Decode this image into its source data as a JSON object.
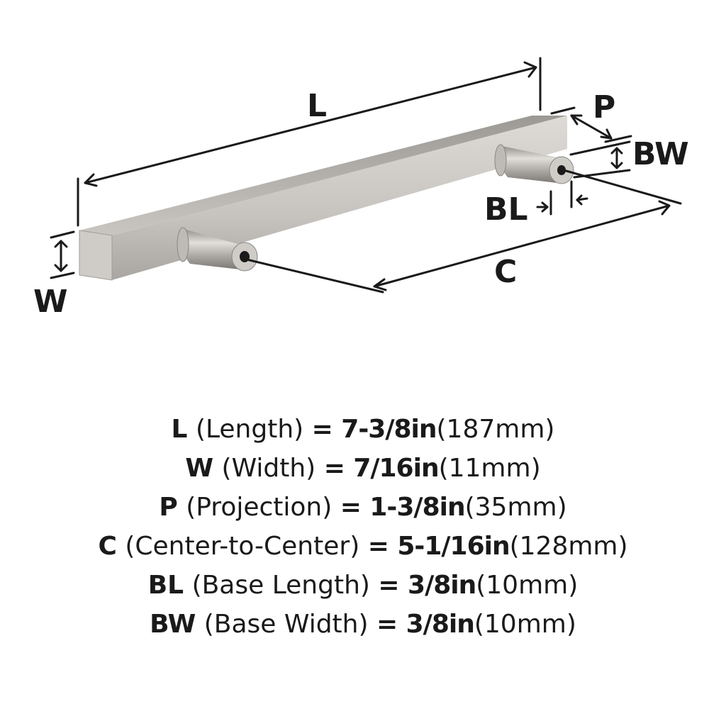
{
  "diagram": {
    "subject": "bar-pull-cabinet-handle",
    "finish_color": "#b9b6b2",
    "labels": {
      "L": "L",
      "W": "W",
      "P": "P",
      "BW": "BW",
      "BL": "BL",
      "C": "C"
    }
  },
  "specs": [
    {
      "abbr": "L",
      "name": "(Length)",
      "eq": "=",
      "inch": "7-3/8in",
      "mm": "(187mm)"
    },
    {
      "abbr": "W",
      "name": "(Width)",
      "eq": "=",
      "inch": "7/16in",
      "mm": "(11mm)"
    },
    {
      "abbr": "P",
      "name": "(Projection)",
      "eq": "=",
      "inch": "1-3/8in",
      "mm": "(35mm)"
    },
    {
      "abbr": "C",
      "name": "(Center-to-Center)",
      "eq": "=",
      "inch": "5-1/16in",
      "mm": "(128mm)"
    },
    {
      "abbr": "BL",
      "name": "(Base Length)",
      "eq": "=",
      "inch": "3/8in",
      "mm": "(10mm)"
    },
    {
      "abbr": "BW",
      "name": "(Base Width)",
      "eq": "=",
      "inch": "3/8in",
      "mm": "(10mm)"
    }
  ]
}
